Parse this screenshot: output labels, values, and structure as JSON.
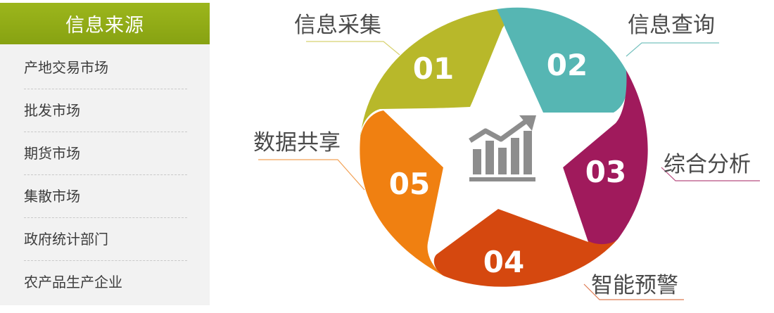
{
  "panel": {
    "title": "信息来源",
    "items": [
      {
        "label": "产地交易市场"
      },
      {
        "label": "批发市场"
      },
      {
        "label": "期货市场"
      },
      {
        "label": "集散市场"
      },
      {
        "label": "政府统计部门"
      },
      {
        "label": "农产品生产企业"
      }
    ]
  },
  "cycle": {
    "center_icon": "growth-chart-icon",
    "segments": [
      {
        "number": "01",
        "label": "信息采集",
        "color": "#b8b82a"
      },
      {
        "number": "02",
        "label": "信息查询",
        "color": "#56b6b3"
      },
      {
        "number": "03",
        "label": "综合分析",
        "color": "#a01a5c"
      },
      {
        "number": "04",
        "label": "智能预警",
        "color": "#d5480f"
      },
      {
        "number": "05",
        "label": "数据共享",
        "color": "#f08011"
      }
    ]
  }
}
